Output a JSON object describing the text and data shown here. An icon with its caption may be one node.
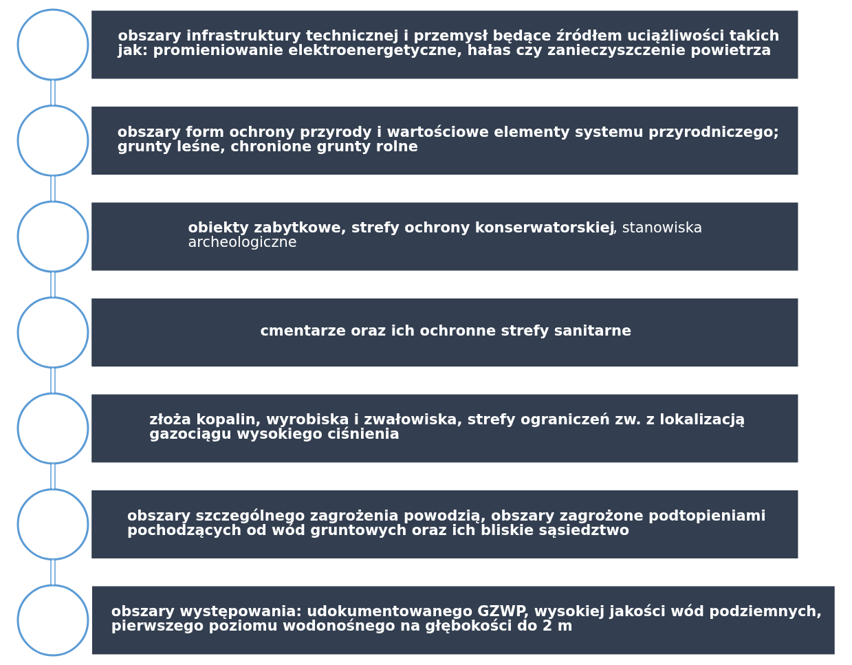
{
  "diagram": {
    "nodes": [
      {
        "text": [],
        "shape": "circle"
      },
      {
        "text": [
          "obszary infrastruktury technicznej i przemysł będące źródłem uciążliwości takich jak: promieniowanie elektroenergetyczne, hałas czy zanieczyszczenie powietrza"
        ]
      },
      {
        "text": [],
        "shape": "circle"
      },
      {
        "text": [
          "obszary form ochrony przyrody i wartościowe elementy systemu przyrodniczego; grunty leśne, chronione grunty rolne"
        ]
      },
      {
        "text": [],
        "shape": "circle"
      },
      {
        "text": [
          "**obiekty zabytkowe, strefy ochrony konserwatorskiej**, stanowiska archeologiczne"
        ]
      },
      {
        "text": [],
        "shape": "circle"
      },
      {
        "text": [
          "cmentarze oraz ich ochronne strefy sanitarne"
        ]
      },
      {
        "text": [],
        "shape": "circle"
      },
      {
        "text": [
          "złoża kopalin, wyrobiska i zwałowiska, strefy ograniczeń zw. z lokalizacją gazociągu wysokiego ciśnienia"
        ]
      },
      {
        "text": [],
        "shape": "circle"
      },
      {
        "text": [
          "obszary szczególnego zagrożenia powodzią, obszary zagrożone podtopieniami pochodzących od wód gruntowych oraz ich bliskie sąsiedztwo"
        ]
      },
      {
        "text": [],
        "shape": "circle"
      },
      {
        "text": [
          "obszary występowania: udokumentowanego GZWP, wysokiej jakości wód podziemnych, pierwszego poziomu wodonośnego na głębokości do 2 m"
        ]
      }
    ],
    "edges": [
      {
        "from": 0,
        "to": 2,
        "arrow": "none"
      },
      {
        "from": 2,
        "to": 4,
        "arrow": "none"
      },
      {
        "from": 4,
        "to": 6,
        "arrow": "none"
      },
      {
        "from": 6,
        "to": 8,
        "arrow": "none"
      },
      {
        "from": 8,
        "to": 10,
        "arrow": "none"
      },
      {
        "from": 10,
        "to": 12,
        "arrow": "none"
      }
    ]
  }
}
